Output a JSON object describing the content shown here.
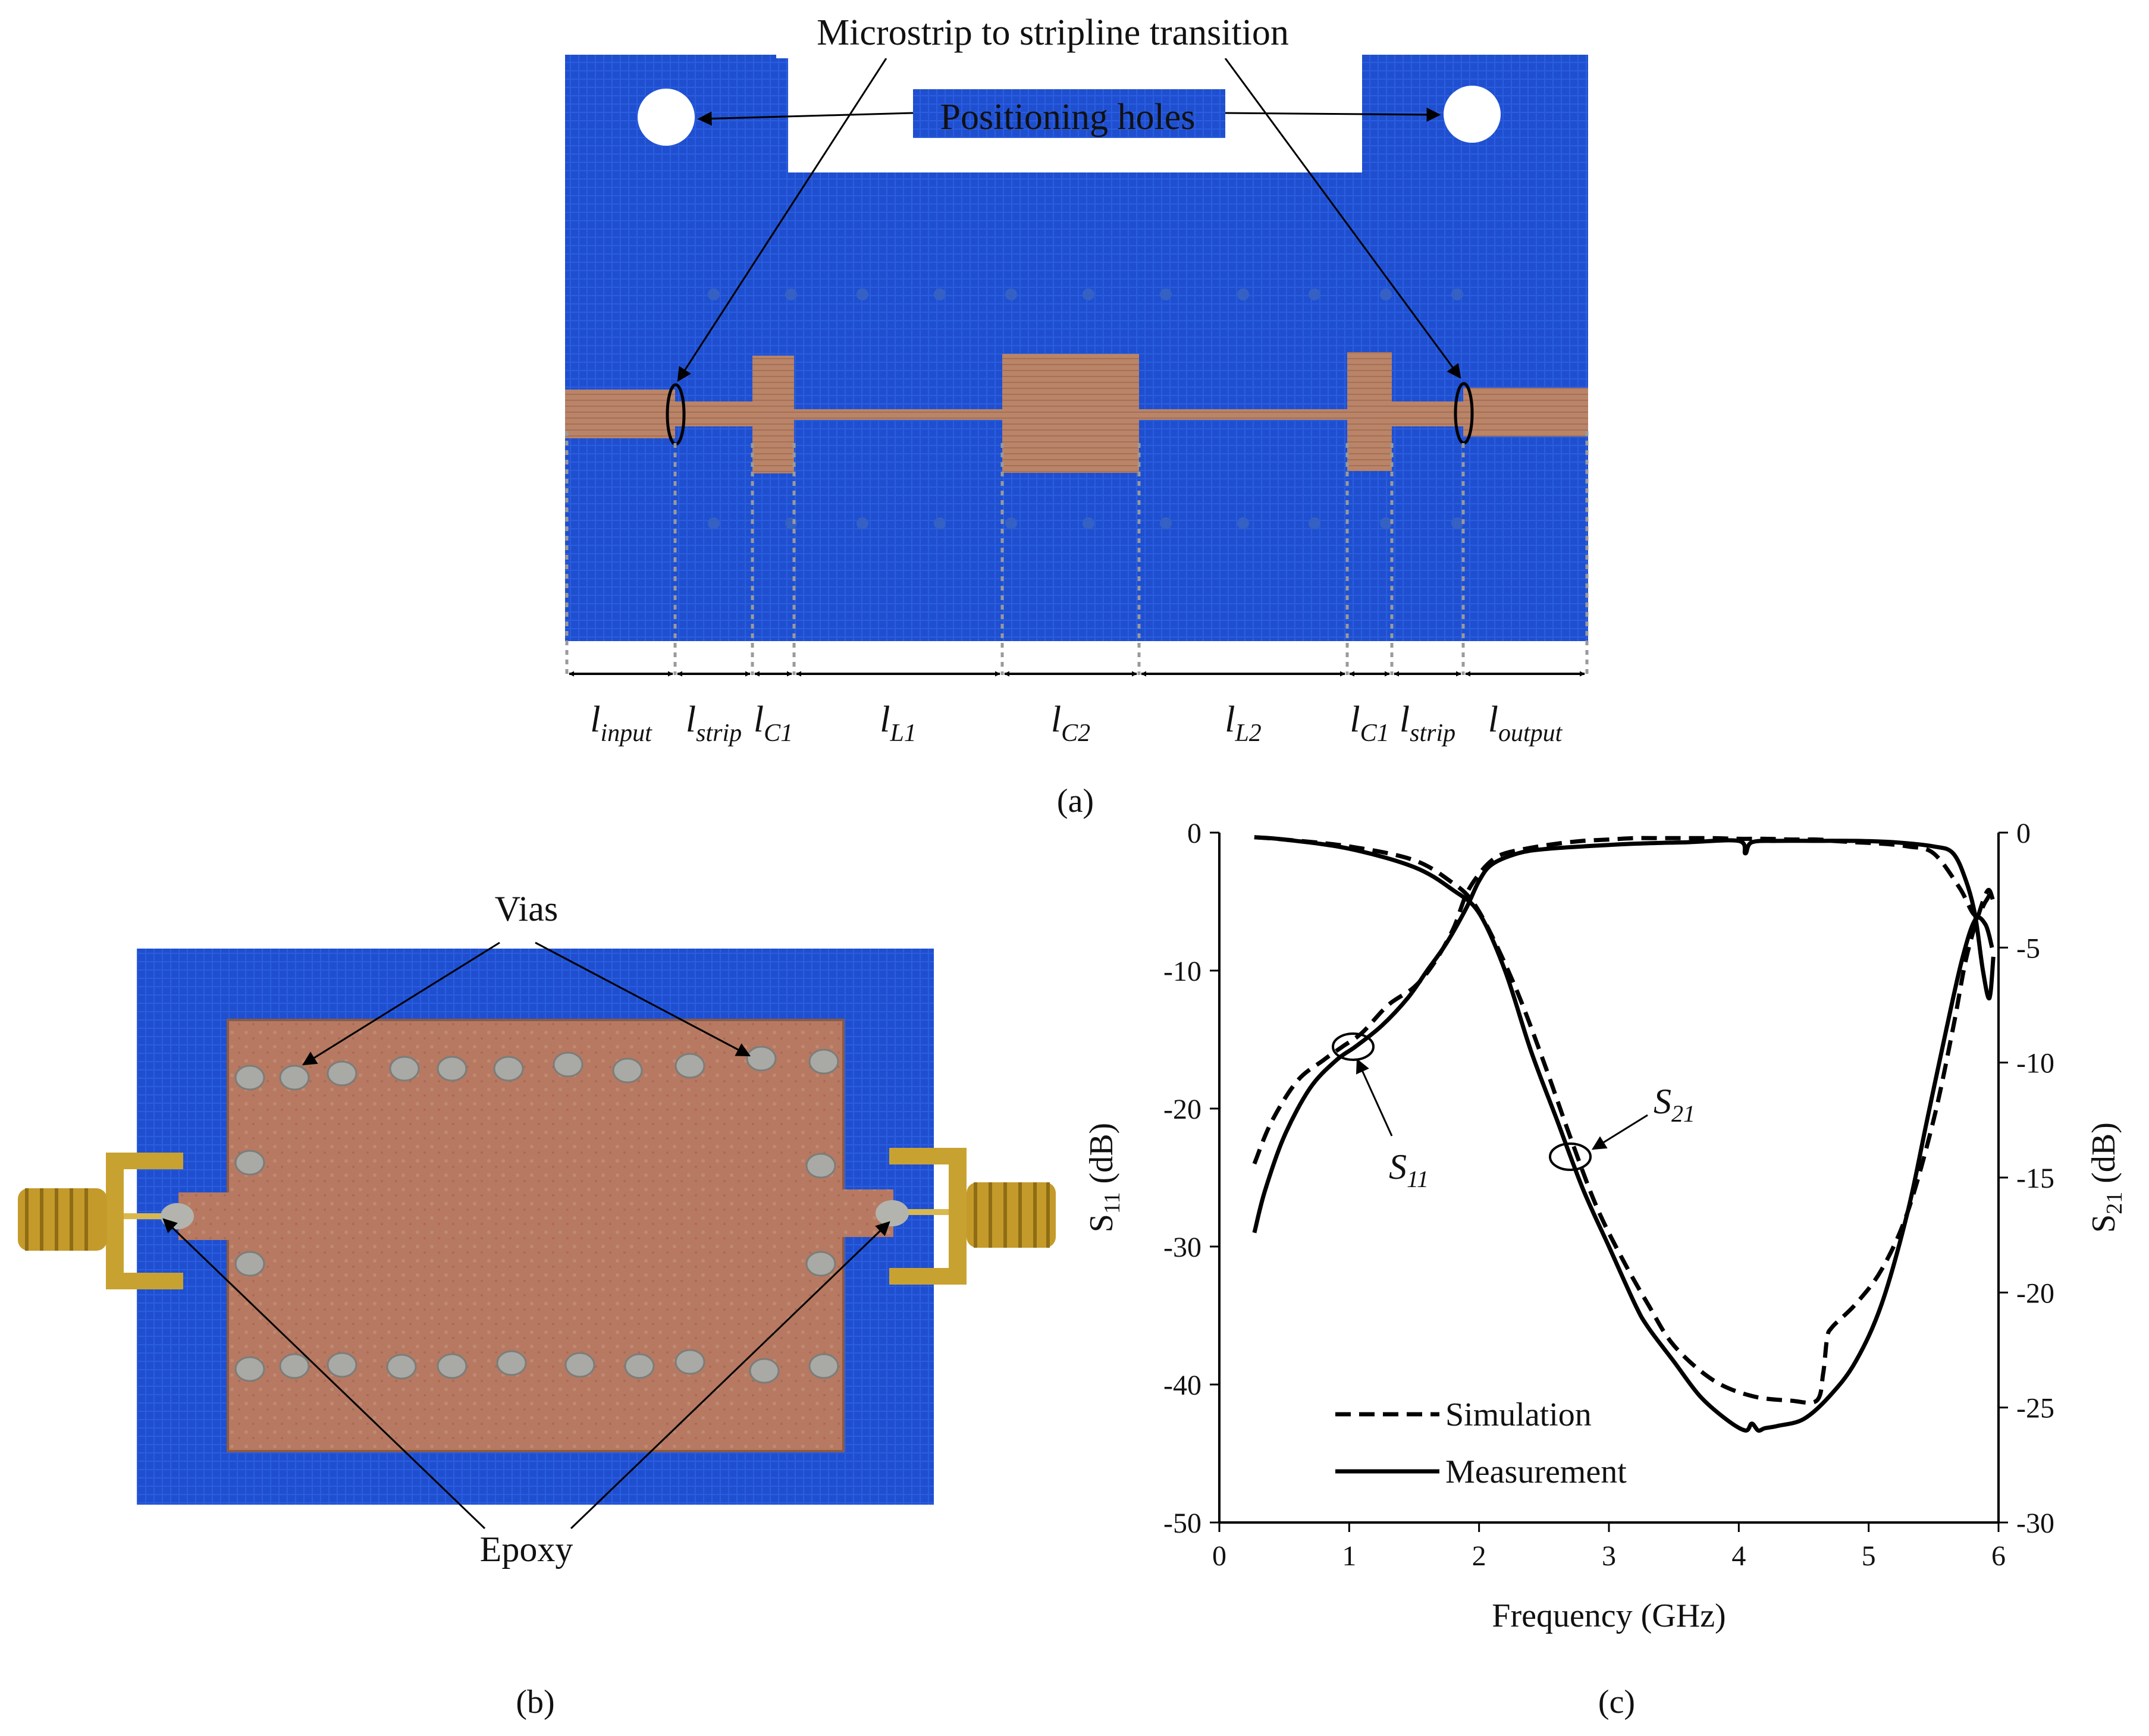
{
  "panel_a": {
    "caption": "(a)",
    "annotations": {
      "transition": "Microstrip to stripline transition",
      "holes": "Positioning holes"
    },
    "segments": [
      {
        "base": "l",
        "sub": "input"
      },
      {
        "base": "l",
        "sub": "strip"
      },
      {
        "base": "l",
        "sub": "C1"
      },
      {
        "base": "l",
        "sub": "L1"
      },
      {
        "base": "l",
        "sub": "C2"
      },
      {
        "base": "l",
        "sub": "L2"
      },
      {
        "base": "l",
        "sub": "C1"
      },
      {
        "base": "l",
        "sub": "strip"
      },
      {
        "base": "l",
        "sub": "output"
      }
    ]
  },
  "panel_b": {
    "caption": "(b)",
    "annotations": {
      "vias": "Vias",
      "epoxy": "Epoxy"
    }
  },
  "panel_c": {
    "caption": "(c)",
    "curve_labels": {
      "s11": "S11",
      "s21": "S21"
    }
  },
  "chart_data": {
    "type": "line",
    "xlabel": "Frequency (GHz)",
    "ylabel_left": "S11 (dB)",
    "ylabel_right": "S21 (dB)",
    "xlim": [
      0,
      6
    ],
    "ylim_left": [
      -50,
      0
    ],
    "ylim_right": [
      -30,
      0
    ],
    "x_ticks": [
      0,
      1,
      2,
      3,
      4,
      5,
      6
    ],
    "y_left_ticks": [
      0,
      -10,
      -20,
      -30,
      -40,
      -50
    ],
    "y_right_ticks": [
      0,
      -5,
      -10,
      -15,
      -20,
      -25,
      -30
    ],
    "legend": [
      {
        "label": "Simulation",
        "style": "dashed"
      },
      {
        "label": "Measurement",
        "style": "solid"
      }
    ],
    "legend_position": "bottom-left",
    "series": [
      {
        "name": "Simulation",
        "param": "S11",
        "axis": "left",
        "style": "dashed",
        "x": [
          0.27,
          0.4,
          0.6,
          0.8,
          0.95,
          1.1,
          1.3,
          1.5,
          1.65,
          1.8,
          1.9,
          2.0,
          2.1,
          2.2,
          2.4,
          2.6,
          2.8,
          3.0,
          3.2,
          3.4,
          3.6,
          3.8,
          4.0,
          4.2,
          4.4,
          4.6,
          4.68,
          4.72,
          4.9,
          5.1,
          5.3,
          5.5,
          5.7,
          5.82,
          5.9,
          5.96
        ],
        "y": [
          -24,
          -21,
          -18,
          -16.5,
          -15.5,
          -14.5,
          -12.5,
          -11.2,
          -9.5,
          -7,
          -4.5,
          -3,
          -2,
          -1.5,
          -1.1,
          -0.8,
          -0.6,
          -0.5,
          -0.4,
          -0.4,
          -0.4,
          -0.4,
          -0.45,
          -0.45,
          -0.5,
          -0.5,
          -0.55,
          -0.6,
          -0.7,
          -0.8,
          -1,
          -1.5,
          -4,
          -6,
          -5,
          -4
        ]
      },
      {
        "name": "Measurement",
        "param": "S11",
        "axis": "left",
        "style": "solid",
        "x": [
          0.27,
          0.35,
          0.5,
          0.7,
          0.9,
          1.05,
          1.25,
          1.45,
          1.6,
          1.75,
          1.9,
          2.0,
          2.1,
          2.3,
          2.5,
          2.8,
          3.2,
          3.6,
          4.0,
          4.05,
          4.1,
          4.3,
          4.6,
          4.9,
          5.2,
          5.5,
          5.65,
          5.75,
          5.82,
          5.88,
          5.93,
          5.96
        ],
        "y": [
          -29,
          -26,
          -22,
          -18.5,
          -16.5,
          -15.5,
          -14,
          -12,
          -10,
          -8,
          -5.5,
          -3.5,
          -2.3,
          -1.5,
          -1.2,
          -1,
          -0.8,
          -0.7,
          -0.6,
          -1.5,
          -0.7,
          -0.6,
          -0.6,
          -0.6,
          -0.7,
          -1,
          -1.5,
          -3.5,
          -6,
          -10,
          -12,
          -9
        ]
      },
      {
        "name": "Simulation",
        "param": "S21",
        "axis": "right",
        "style": "dashed",
        "x": [
          0.27,
          0.5,
          1.0,
          1.5,
          1.8,
          1.95,
          2.1,
          2.3,
          2.5,
          2.7,
          2.9,
          3.1,
          3.3,
          3.5,
          3.8,
          4.1,
          4.4,
          4.6,
          4.65,
          4.68,
          4.72,
          4.9,
          5.1,
          5.3,
          5.5,
          5.65,
          5.75,
          5.85,
          5.92,
          5.96
        ],
        "y": [
          -0.2,
          -0.3,
          -0.6,
          -1.2,
          -2.2,
          -3,
          -4.5,
          -7,
          -10,
          -13.2,
          -16.2,
          -18.5,
          -20.5,
          -22.3,
          -23.8,
          -24.5,
          -24.7,
          -24.7,
          -23.5,
          -22,
          -21.5,
          -20.5,
          -19,
          -16.5,
          -12.5,
          -8.5,
          -5.5,
          -3.5,
          -2.5,
          -3
        ]
      },
      {
        "name": "Measurement",
        "param": "S21",
        "axis": "right",
        "style": "solid",
        "x": [
          0.27,
          0.5,
          1.0,
          1.5,
          1.8,
          2.0,
          2.2,
          2.4,
          2.6,
          2.8,
          3.0,
          3.2,
          3.3,
          3.5,
          3.7,
          3.9,
          4.05,
          4.1,
          4.15,
          4.2,
          4.3,
          4.5,
          4.7,
          4.9,
          5.1,
          5.3,
          5.45,
          5.6,
          5.72,
          5.82,
          5.9,
          5.95
        ],
        "y": [
          -0.2,
          -0.3,
          -0.7,
          -1.5,
          -2.5,
          -3.5,
          -6,
          -9.5,
          -12.5,
          -15.5,
          -18,
          -20.5,
          -21.5,
          -23,
          -24.5,
          -25.5,
          -26,
          -25.7,
          -26,
          -25.9,
          -25.8,
          -25.5,
          -24.5,
          -23,
          -20.5,
          -16.5,
          -12.5,
          -8.5,
          -5.5,
          -3.8,
          -4,
          -5
        ]
      }
    ]
  }
}
